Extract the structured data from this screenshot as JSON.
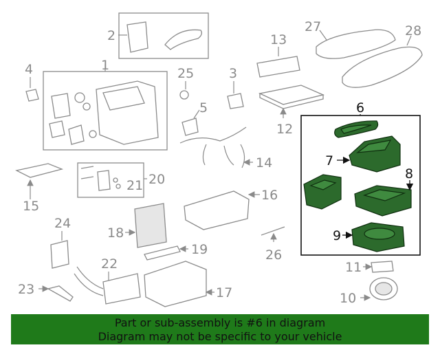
{
  "callouts": {
    "c1": "1",
    "c2": "2",
    "c3": "3",
    "c4": "4",
    "c5": "5",
    "c6": "6",
    "c7": "7",
    "c8": "8",
    "c9": "9",
    "c10": "10",
    "c11": "11",
    "c12": "12",
    "c13": "13",
    "c14": "14",
    "c15": "15",
    "c16": "16",
    "c17": "17",
    "c18": "18",
    "c19": "19",
    "c20": "20",
    "c21": "21",
    "c22": "22",
    "c23": "23",
    "c24": "24",
    "c25": "25",
    "c26": "26",
    "c27": "27",
    "c28": "28"
  },
  "highlight_color": "#2c6a2c",
  "banner": {
    "line1": "Part or sub-assembly is #6 in diagram",
    "line2": "Diagram may not be specific to your vehicle",
    "color": "#1f7a1a"
  }
}
